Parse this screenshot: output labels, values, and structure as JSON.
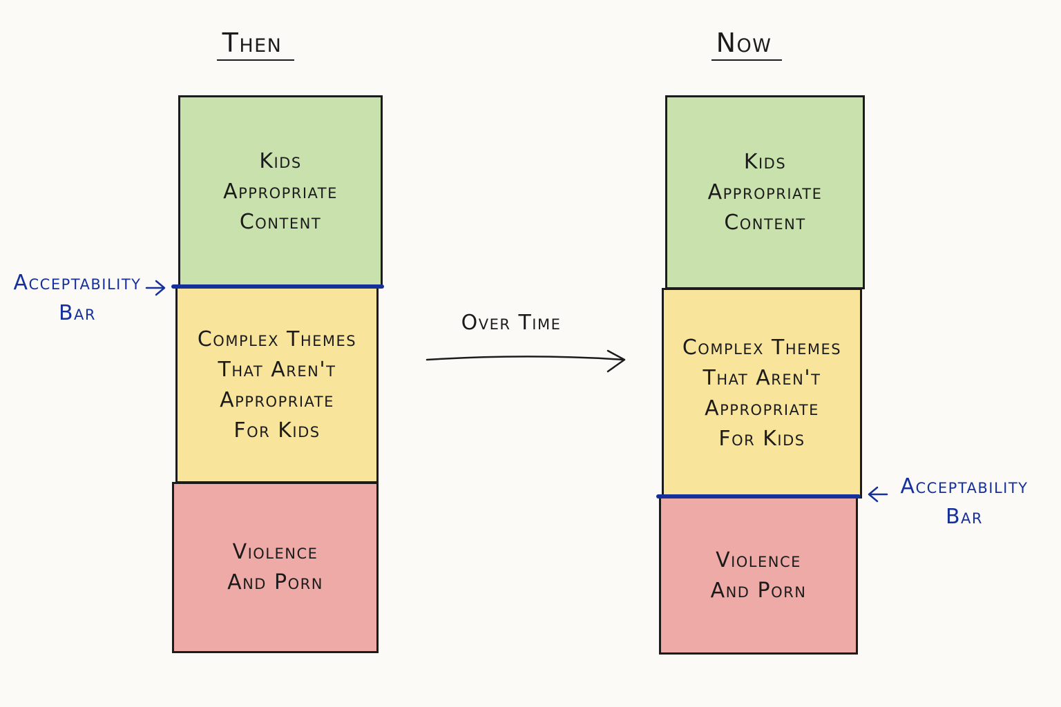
{
  "colors": {
    "green": "#c9e2ad",
    "yellow": "#f8e49a",
    "red": "#eeaaa6",
    "ink": "#1b1b1b",
    "bar": "#15309a"
  },
  "transition_label": "Over Time",
  "columns": [
    {
      "id": "then",
      "heading": "Then",
      "blocks": [
        {
          "label": "Kids\nAppropriate\nContent",
          "color": "green"
        },
        {
          "label": "Complex Themes\nThat Aren't\nAppropriate\nFor Kids",
          "color": "yellow"
        },
        {
          "label": "Violence\nAnd Porn",
          "color": "red"
        }
      ],
      "acceptability_bar": {
        "label_line1": "Acceptability",
        "label_line2": "Bar",
        "below_block": 1
      }
    },
    {
      "id": "now",
      "heading": "Now",
      "blocks": [
        {
          "label": "Kids\nAppropriate\nContent",
          "color": "green"
        },
        {
          "label": "Complex Themes\nThat Aren't\nAppropriate\nFor Kids",
          "color": "yellow"
        },
        {
          "label": "Violence\nAnd Porn",
          "color": "red"
        }
      ],
      "acceptability_bar": {
        "label_line1": "Acceptability",
        "label_line2": "Bar",
        "below_block": 2
      }
    }
  ]
}
